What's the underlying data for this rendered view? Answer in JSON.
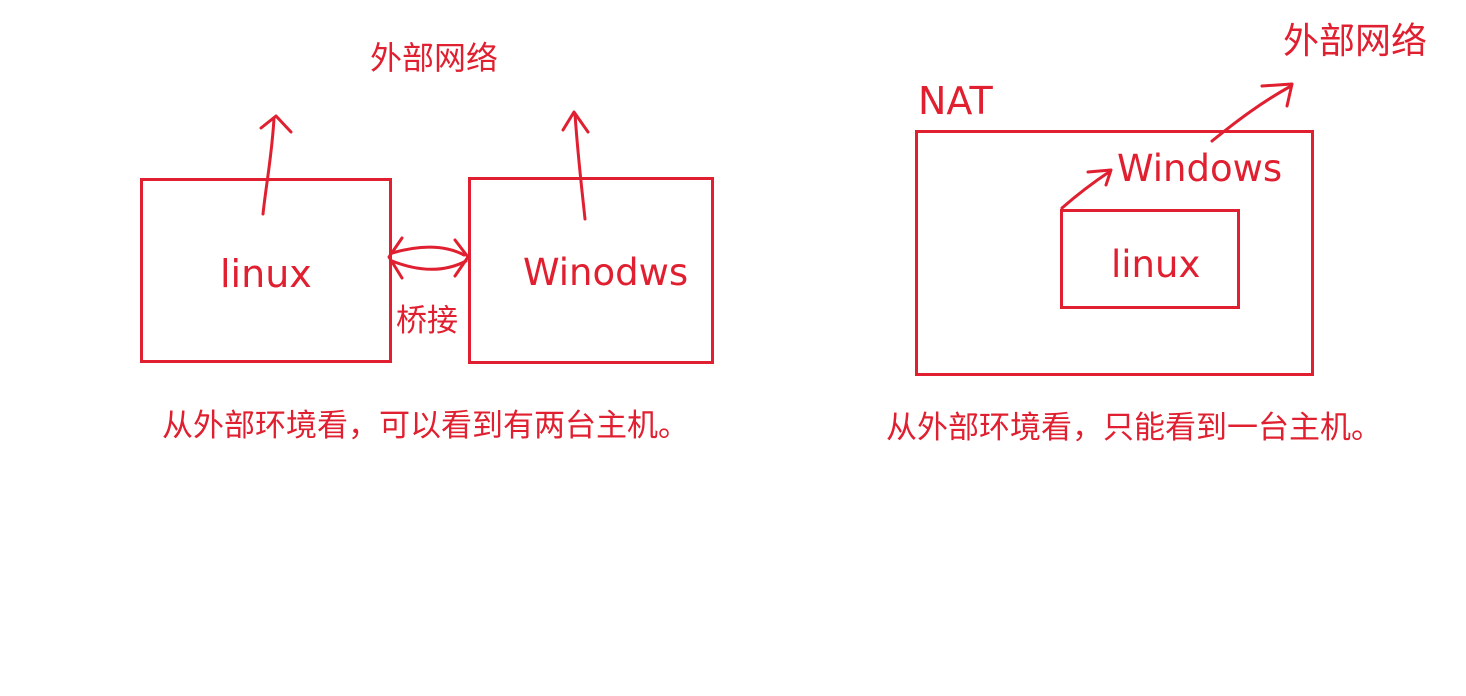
{
  "color": "#e02030",
  "bridge": {
    "external_network_label": "外部网络",
    "linux_label": "linux",
    "windows_label": "Winodws",
    "connection_label": "桥接",
    "caption": "从外部环境看，可以看到有两台主机。"
  },
  "nat": {
    "title": "NAT",
    "external_network_label": "外部网络",
    "windows_label": "Windows",
    "linux_label": "linux",
    "caption": "从外部环境看，只能看到一台主机。"
  }
}
